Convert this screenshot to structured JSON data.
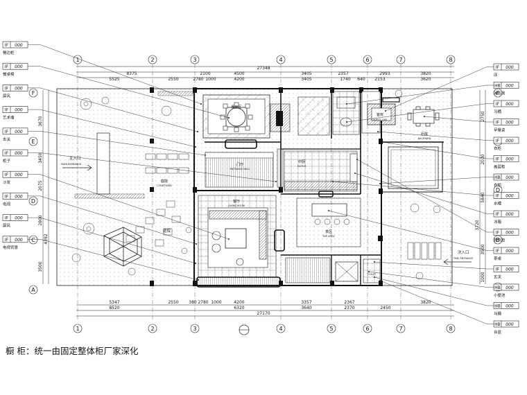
{
  "tag_prefixes": {
    "if": "IF",
    "hb": "HB"
  },
  "tag_code": "000",
  "grid": {
    "columns": [
      "1",
      "2",
      "3",
      "4",
      "5",
      "6",
      "7",
      "8"
    ],
    "rows": [
      "A",
      "B",
      "C",
      "D",
      "E",
      "F"
    ]
  },
  "dimensions": {
    "top_total": "27348",
    "top_row1": [
      "8375",
      "2100",
      "4500",
      "3405",
      "2357",
      "2993",
      "3820"
    ],
    "top_row2": [
      "5525",
      "2550",
      "2780",
      "1000",
      "4200",
      "3405",
      "1740",
      "640",
      "2153",
      "3620"
    ],
    "bottom_total": "27170",
    "bottom_row1": [
      "5347",
      "2550",
      "380",
      "2780",
      "1000",
      "4200",
      "3357",
      "2367",
      "3820"
    ],
    "bottom_row2": [
      "8520",
      "6320",
      "3640",
      "2370",
      "2450"
    ],
    "left": [
      "3670",
      "3450",
      "2075",
      "2800",
      "4392",
      "3500"
    ],
    "right": [
      "2750",
      "2030",
      "5840",
      "3720",
      "3500",
      "1000"
    ]
  },
  "left_labels": [
    {
      "tag": "IF",
      "name": "餐边柜"
    },
    {
      "tag": "IF",
      "name": "餐桌椅"
    },
    {
      "tag": "IF",
      "name": "屏风"
    },
    {
      "tag": "IF",
      "name": "艺术墙"
    },
    {
      "tag": "IF",
      "name": "玄关"
    },
    {
      "tag": "IF",
      "name": "柜子"
    },
    {
      "tag": "IF",
      "name": "沙发"
    },
    {
      "tag": "IF",
      "name": "电视"
    },
    {
      "tag": "IF",
      "name": "屏风"
    },
    {
      "tag": "IF",
      "name": "电视背景"
    }
  ],
  "right_labels": [
    {
      "tag": "IF",
      "name": "床"
    },
    {
      "tag": "HB",
      "name": "淋浴房"
    },
    {
      "tag": "IF",
      "name": "马桶"
    },
    {
      "tag": "IF",
      "name": "早餐桌"
    },
    {
      "tag": "IF",
      "name": "衣柜"
    },
    {
      "tag": "IF",
      "name": "画层柜"
    },
    {
      "tag": "HB",
      "name": "衣柜"
    },
    {
      "tag": "IF",
      "name": "水槽"
    },
    {
      "tag": "IF",
      "name": "冰箱"
    },
    {
      "tag": "IF",
      "name": "燃气柜"
    },
    {
      "tag": "IF",
      "name": "茶桌"
    },
    {
      "tag": "IF",
      "name": "玄关"
    },
    {
      "tag": "HB",
      "name": "小便池"
    },
    {
      "tag": "HB",
      "name": "马桶"
    },
    {
      "tag": "HB",
      "name": "台盆"
    }
  ],
  "rooms": {
    "dining": "餐厅区",
    "dining_en": "DINING AREA",
    "hutch": "中厨",
    "hutch_en": "HUTCH",
    "guest": "客房",
    "guest_en": "GUEST LIVE",
    "backyard": "后院",
    "backyard_en": "BACKYARD",
    "entrance_hall": "门厅",
    "entrance_hall_en": "ENTRANCE HALL",
    "courtyard": "庭院",
    "courtyard_en": "COURTYARD",
    "living": "客厅",
    "living_en": "LIVING ROOM",
    "tea": "茶区",
    "tea_en": "TAE AREA",
    "yard_left": "庭院",
    "main_entrance": "主入口",
    "main_entrance_en": "MAIN ENTRANCE",
    "second_entrance": "次入口",
    "second_entrance_en": "TIME ENTRANCE",
    "toilet_en": "TOILET"
  },
  "note": "橱  柜：统一由固定整体柜厂家深化",
  "colors": {
    "line": "#111111",
    "wall": "#111111",
    "paper": "#ffffff"
  }
}
